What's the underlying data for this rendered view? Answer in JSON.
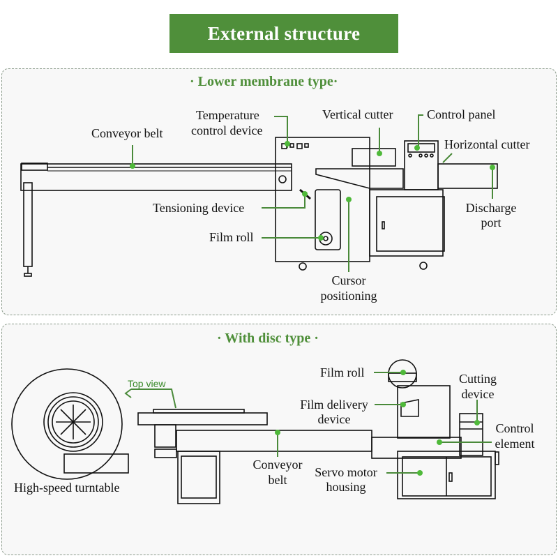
{
  "header": {
    "title": "External structure"
  },
  "colors": {
    "accent": "#4f8f3a",
    "pointer": "#4fb93a",
    "leader": "#4a8a3a"
  },
  "sections": [
    {
      "title": "· Lower membrane type·",
      "labels": {
        "conveyor_belt": "Conveyor belt",
        "temperature_line1": "Temperature",
        "temperature_line2": "control device",
        "vertical_cutter": "Vertical cutter",
        "control_panel": "Control panel",
        "horizontal_cutter": "Horizontal cutter",
        "tensioning_device": "Tensioning device",
        "film_roll": "Film roll",
        "discharge_line1": "Discharge",
        "discharge_line2": "port",
        "cursor_line1": "Cursor",
        "cursor_line2": "positioning"
      }
    },
    {
      "title": "· With disc type ·",
      "labels": {
        "top_view": "Top view",
        "high_speed_turntable": "High-speed turntable",
        "film_roll": "Film roll",
        "film_delivery_line1": "Film delivery",
        "film_delivery_line2": "device",
        "cutting_line1": "Cutting",
        "cutting_line2": "device",
        "control_element_line1": "Control",
        "control_element_line2": "element",
        "conveyor_line1": "Conveyor",
        "conveyor_line2": "belt",
        "servo_line1": "Servo motor",
        "servo_line2": "housing"
      }
    }
  ]
}
